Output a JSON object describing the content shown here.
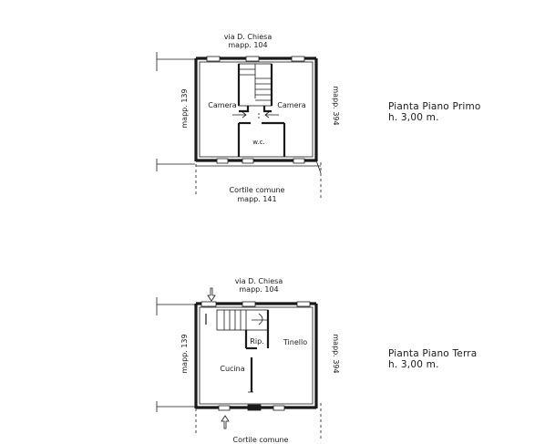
{
  "upper_plan": {
    "street": "via D. Chiesa",
    "street_mapp": "mapp. 104",
    "left_mapp": "mapp. 139",
    "right_mapp": "mapp. 394",
    "courtyard": "Cortile comune",
    "courtyard_mapp": "mapp. 141",
    "rooms": {
      "left": "Camera",
      "right": "Camera",
      "wc": "w.c."
    },
    "title": "Pianta Piano Primo",
    "height": "h. 3,00 m."
  },
  "lower_plan": {
    "street": "via D. Chiesa",
    "street_mapp": "mapp. 104",
    "left_mapp": "mapp. 139",
    "right_mapp": "mapp. 394",
    "courtyard": "Cortile comune",
    "rooms": {
      "storage": "Rip.",
      "dining": "Tinello",
      "kitchen": "Cucina"
    },
    "title": "Pianta Piano Terra",
    "height": "h. 3,00 m."
  },
  "colors": {
    "ink": "#1a1a1a",
    "paper": "#ffffff"
  }
}
